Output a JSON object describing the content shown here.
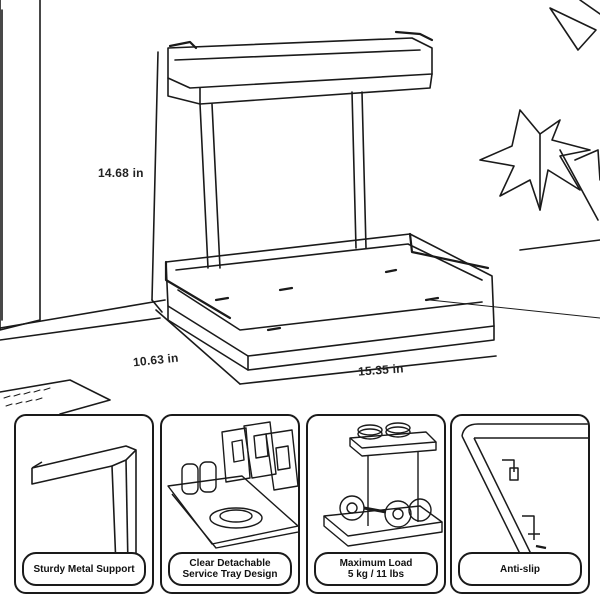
{
  "dimensions": {
    "height": "14.68 in",
    "depth": "10.63 in",
    "width": "15.35 in"
  },
  "features": [
    {
      "caption": "Sturdy Metal Support"
    },
    {
      "caption_line1": "Clear Detachable",
      "caption_line2": "Service  Tray Design"
    },
    {
      "caption_line1": "Maximum Load",
      "caption_line2": "5 kg / 11 lbs"
    },
    {
      "caption": "Anti-slip"
    }
  ],
  "colors": {
    "line": "#1a1a1a",
    "background": "#ffffff"
  }
}
